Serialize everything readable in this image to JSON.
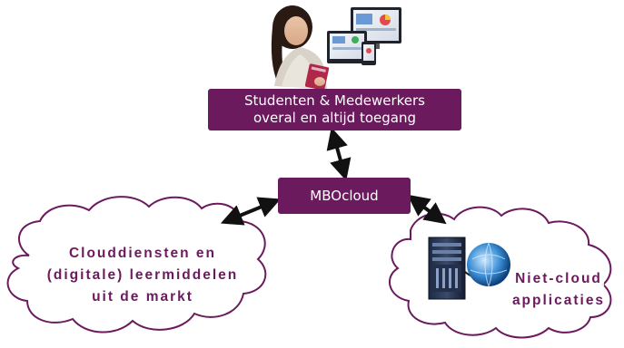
{
  "nodes": {
    "top": {
      "line1": "Studenten & Medewerkers",
      "line2": "overal en altijd toegang"
    },
    "center": {
      "label": "MBOcloud"
    },
    "left_cloud": {
      "line1": "Clouddiensten en",
      "line2": "(digitale) leermiddelen",
      "line3": "uit de markt"
    },
    "right_cloud": {
      "line1": "Niet-cloud",
      "line2": "applicaties"
    }
  },
  "colors": {
    "box_fill": "#6b1a5e",
    "box_text": "#ffffff",
    "cloud_stroke": "#6b1a5e",
    "arrow": "#111111"
  },
  "icons": [
    "student-photo",
    "device-screens-icon",
    "server-globe-icon"
  ]
}
